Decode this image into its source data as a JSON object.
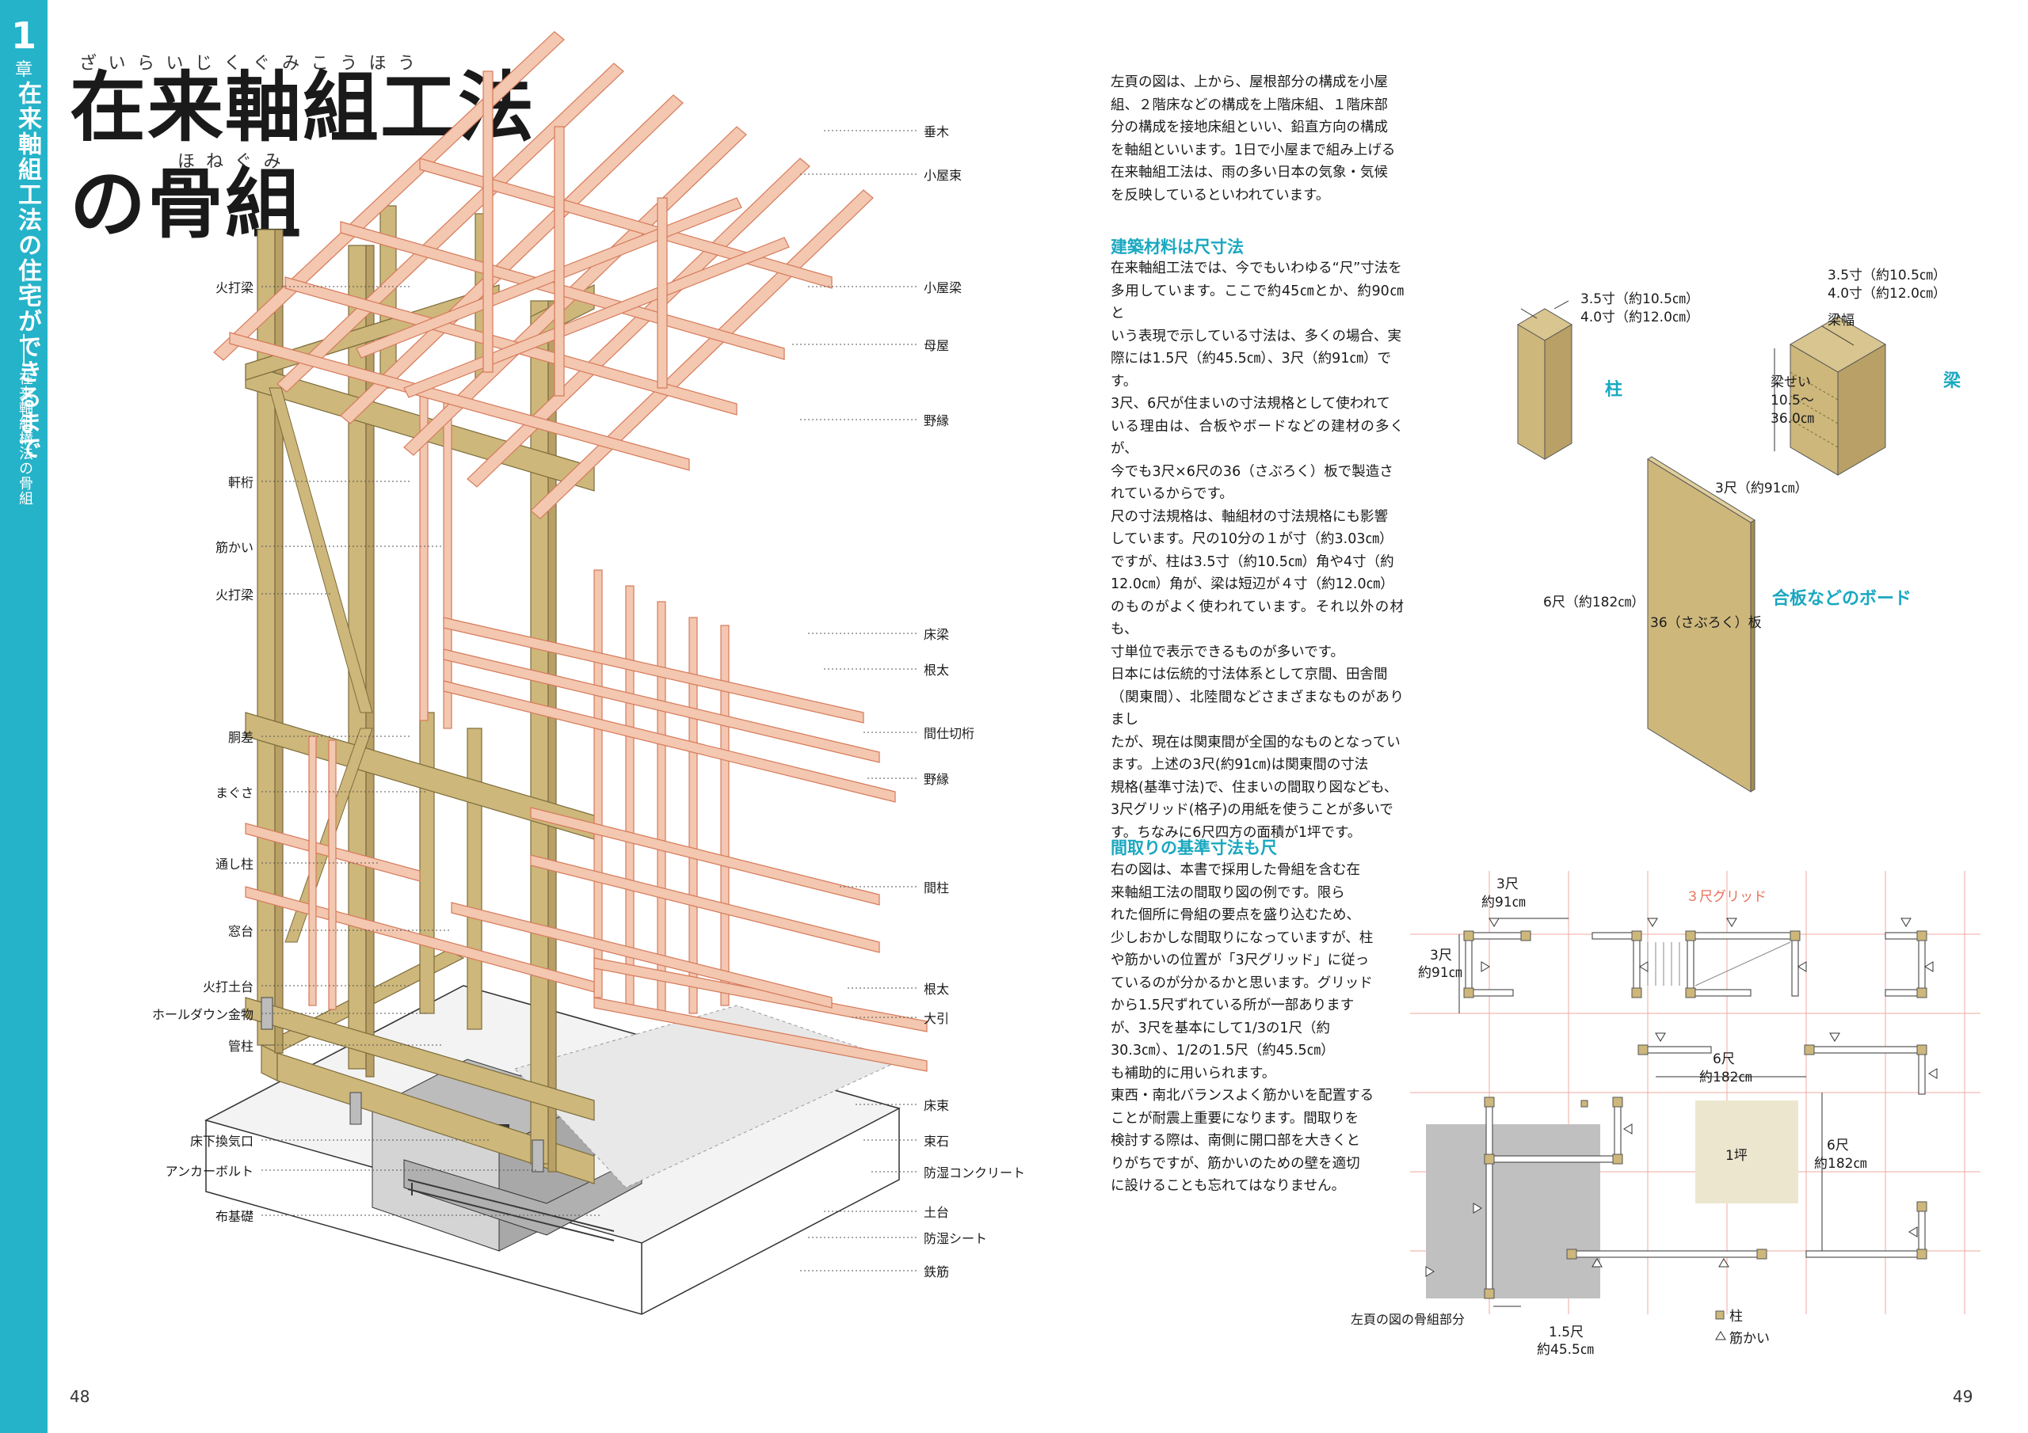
{
  "sidebar": {
    "chapter_num": "1",
    "chapter_kanji": "章",
    "chapter_title": "在来軸組工法の住宅ができるまで",
    "section_title": "在来軸組構法の骨組"
  },
  "title": {
    "line1": "在来軸組工法",
    "line2": "の骨組",
    "ruby1": "ざいらいじくぐみこうほう",
    "ruby2": "ほねぐみ"
  },
  "labels_right": [
    "垂木",
    "小屋束",
    "小屋梁",
    "母屋",
    "野縁",
    "床梁",
    "根太",
    "間仕切桁",
    "野縁",
    "間柱",
    "根太",
    "大引",
    "床束",
    "束石",
    "防湿コンクリート",
    "土台",
    "防湿シート",
    "鉄筋"
  ],
  "labels_left": [
    "火打梁",
    "軒桁",
    "筋かい",
    "火打梁",
    "胴差",
    "まぐさ",
    "通し柱",
    "窓台",
    "火打土台",
    "ホールダウン金物",
    "管柱",
    "床下換気口",
    "アンカーボルト",
    "布基礎"
  ],
  "intro_lines": [
    "左頁の図は、上から、屋根部分の構成を小屋",
    "組、２階床などの構成を上階床組、１階床部",
    "分の構成を接地床組といい、鉛直方向の構成",
    "を軸組といいます。1日で小屋まで組み上げる",
    "在来軸組工法は、雨の多い日本の気象・気候",
    "を反映しているといわれています。"
  ],
  "section1": {
    "heading": "建築材料は尺寸法",
    "lines": [
      "在来軸組工法では、今でもいわゆる“尺”寸法を",
      "多用しています。ここで約45㎝とか、約90㎝と",
      "いう表現で示している寸法は、多くの場合、実",
      "際には1.5尺（約45.5㎝）、3尺（約91㎝）で",
      "す。",
      "3尺、6尺が住まいの寸法規格として使われて",
      "いる理由は、合板やボードなどの建材の多くが、",
      "今でも3尺×6尺の36（さぶろく）板で製造さ",
      "れているからです。",
      "尺の寸法規格は、軸組材の寸法規格にも影響",
      "しています。尺の10分の１が寸（約3.03㎝）",
      "ですが、柱は3.5寸（約10.5㎝）角や4寸（約",
      "12.0㎝）角が、梁は短辺が４寸（約12.0㎝）",
      "のものがよく使われています。それ以外の材も、",
      "寸単位で表示できるものが多いです。",
      "日本には伝統的寸法体系として京間、田舎間",
      "（関東間）、北陸間などさまざまなものがありまし",
      "たが、現在は関東間が全国的なものとなってい",
      "ます。上述の3尺(約91㎝)は関東間の寸法",
      "規格(基準寸法)で、住まいの間取り図なども、",
      "3尺グリッド(格子)の用紙を使うことが多いで",
      "す。ちなみに6尺四方の面積が1坪です。"
    ]
  },
  "section2": {
    "heading": "間取りの基準寸法も尺",
    "lines": [
      "右の図は、本書で採用した骨組を含む在",
      "来軸組工法の間取り図の例です。限ら",
      "れた個所に骨組の要点を盛り込むため、",
      "少しおかしな間取りになっていますが、柱",
      "や筋かいの位置が「3尺グリッド」に従っ",
      "ているのが分かるかと思います。グリッド",
      "から1.5尺ずれている所が一部あります",
      "が、3尺を基本にして1/3の1尺（約",
      "30.3㎝）、1/2の1.5尺（約45.5㎝）",
      "も補助的に用いられます。",
      "東西・南北バランスよく筋かいを配置する",
      "ことが耐震上重要になります。間取りを",
      "検討する際は、南側に開口部を大きくと",
      "りがちですが、筋かいのための壁を適切",
      "に設けることも忘れてはなりません。"
    ]
  },
  "dims": {
    "pillar_a": "3.5寸（約10.5㎝）",
    "pillar_b": "4.0寸（約12.0㎝）",
    "pillar_name": "柱",
    "beam_a": "3.5寸（約10.5㎝）",
    "beam_b": "4.0寸（約12.0㎝）",
    "beam_width": "梁幅",
    "beam_height_a": "梁せい",
    "beam_height_b": "10.5～",
    "beam_height_c": "36.0㎝",
    "beam_name": "梁",
    "board_w": "3尺（約91㎝）",
    "board_h": "6尺（約182㎝）",
    "board_center": "36（さぶろく）板",
    "board_name": "合板などのボード"
  },
  "plan": {
    "grid_label": "３尺グリッド",
    "top_a": "3尺",
    "top_b": "約91㎝",
    "left_a": "3尺",
    "left_b": "約91㎝",
    "mid_a": "6尺",
    "mid_b": "約182㎝",
    "right_a": "6尺",
    "right_b": "約182㎝",
    "tsubo": "1坪",
    "bottom_a": "1.5尺",
    "bottom_b": "約45.5㎝",
    "skeleton_note": "左頁の図の骨組部分",
    "legend_pillar": "柱",
    "legend_brace": "筋かい"
  },
  "page_left": "48",
  "page_right": "49",
  "colors": {
    "accent": "#25b3c9",
    "timber": "#cdb77b",
    "rafter": "#f3c7b0",
    "grid": "#f0a8a0"
  }
}
